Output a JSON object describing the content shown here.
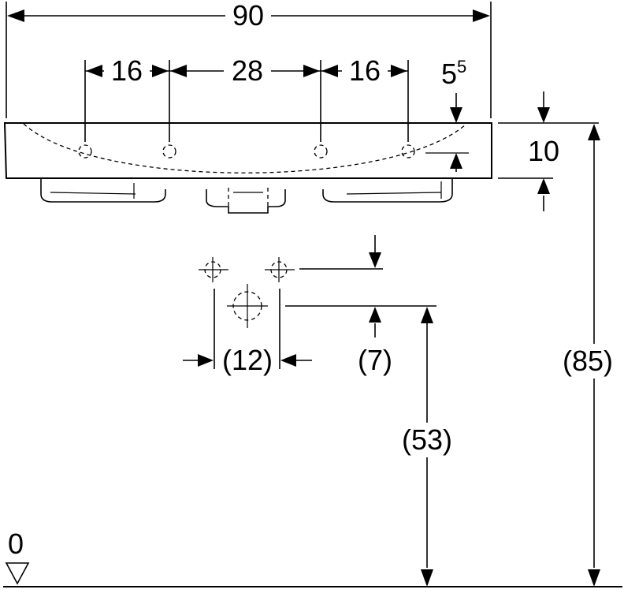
{
  "dimensions": {
    "width": "90",
    "hole_spacing_left": "16",
    "hole_spacing_center": "28",
    "hole_spacing_right": "16",
    "offset_main": "5",
    "offset_sup": "5",
    "basin_height": "10",
    "tap_spacing": "(12)",
    "tap_offset": "(7)",
    "waste_height": "(53)",
    "total_height": "(85)",
    "floor_level": "0"
  }
}
